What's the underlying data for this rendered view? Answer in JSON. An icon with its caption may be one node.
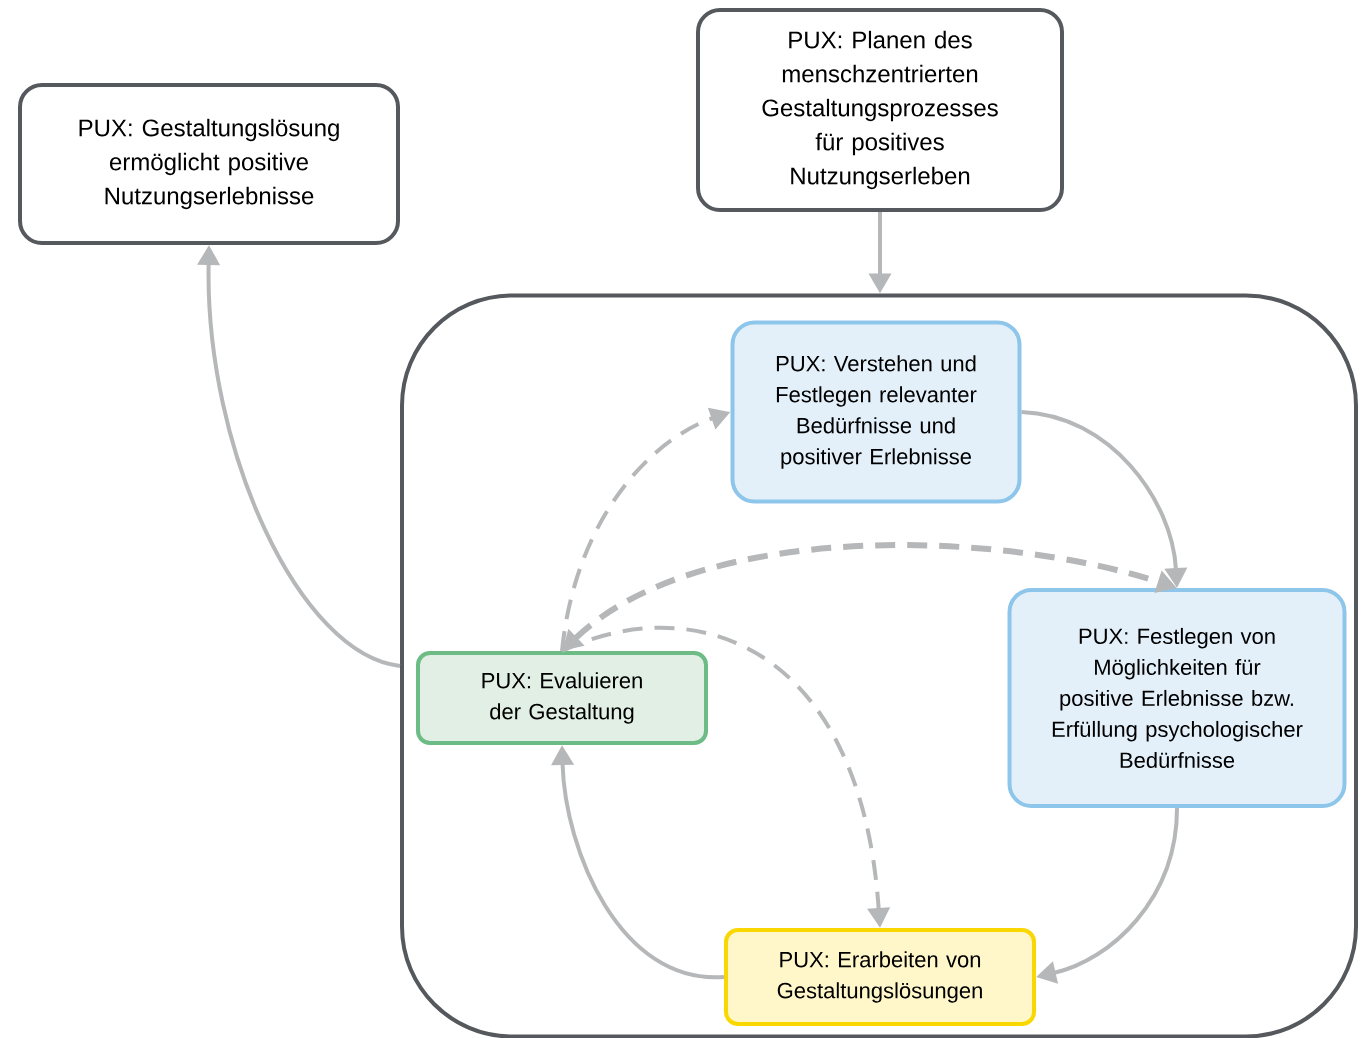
{
  "diagram": {
    "nodes": [
      {
        "text": [
          "PUX: Gestaltungslösung ermöglicht positive Nutzungserlebnisse"
        ]
      },
      {
        "text": [
          "PUX: Planen des menschzentrierten Gestaltungsprozesses für positives Nutzungserleben"
        ]
      },
      {
        "text": [],
        "shape": "box"
      },
      {
        "text": [
          "PUX: Verstehen und Festlegen relevanter Bedürfnisse und positiver Erlebnisse"
        ],
        "in": 2
      },
      {
        "text": [
          "PUX: Festlegen von Möglichkeiten für positive Erlebnisse bzw. Erfüllung psychologischer Bedürfnisse"
        ],
        "in": 2
      },
      {
        "text": [
          "PUX: Erarbeiten von Gestaltungslösungen"
        ],
        "in": 2
      },
      {
        "text": [
          "PUX: Evaluieren der Gestaltung"
        ],
        "in": 2
      }
    ],
    "edges": [
      {
        "from": 1,
        "to": 2,
        "arrow": "to"
      },
      {
        "from": 2,
        "to": 0,
        "arrow": "to"
      },
      {
        "from": 3,
        "to": 4,
        "arrow": "to"
      },
      {
        "from": 4,
        "to": 5,
        "arrow": "to"
      },
      {
        "from": 5,
        "to": 6,
        "arrow": "to"
      },
      {
        "from": 6,
        "to": 3,
        "arrow": "to",
        "style": "dashed"
      },
      {
        "from": 6,
        "to": 4,
        "arrow": "both",
        "style": "dashed"
      },
      {
        "from": 6,
        "to": 5,
        "arrow": "to",
        "style": "dashed"
      }
    ]
  }
}
